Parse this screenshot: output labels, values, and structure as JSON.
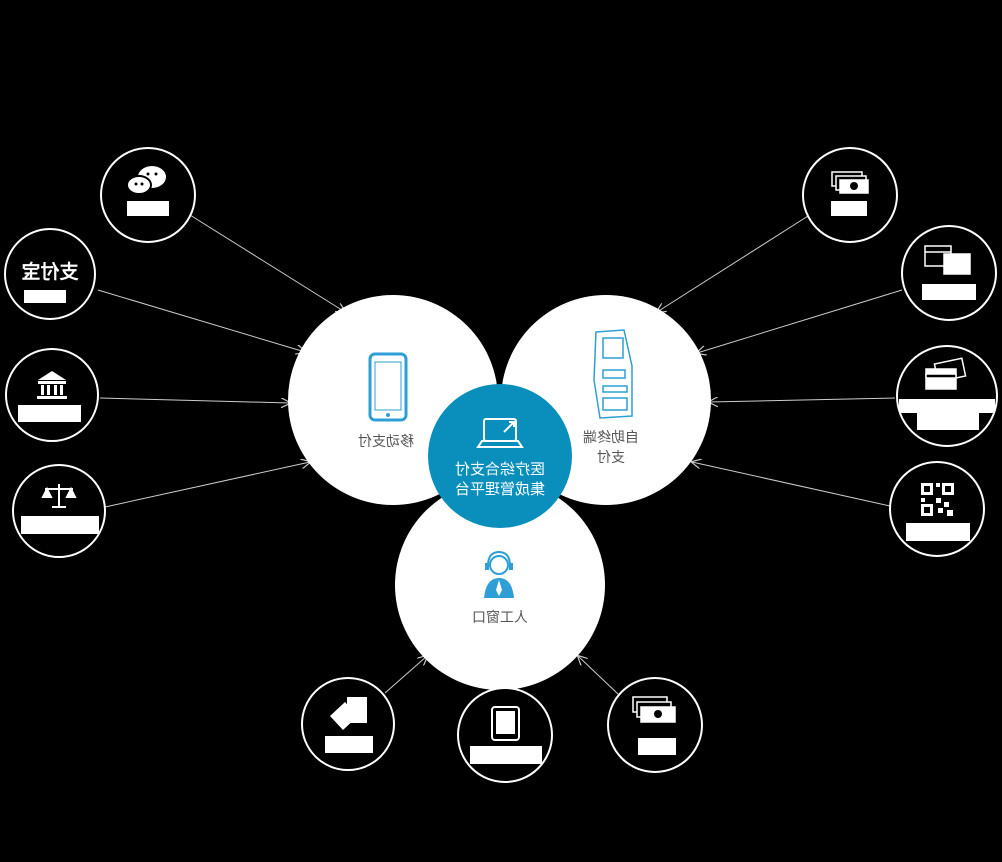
{
  "hub": {
    "line1": "医疗综合支付",
    "line2": "集成管理平台",
    "color": "#0a8fbd"
  },
  "channels": {
    "mobile": {
      "label": "移动支付"
    },
    "kiosk": {
      "line1": "自助终端",
      "line2": "支付"
    },
    "counter": {
      "label": "人工窗口"
    }
  },
  "alipay": {
    "logo_text": "支付宝"
  },
  "colors": {
    "circle": "#ffffff",
    "accent": "#0a8fbd",
    "icon": "#2d9fd6",
    "arrow": "#cccccc",
    "bg": "#000000"
  }
}
